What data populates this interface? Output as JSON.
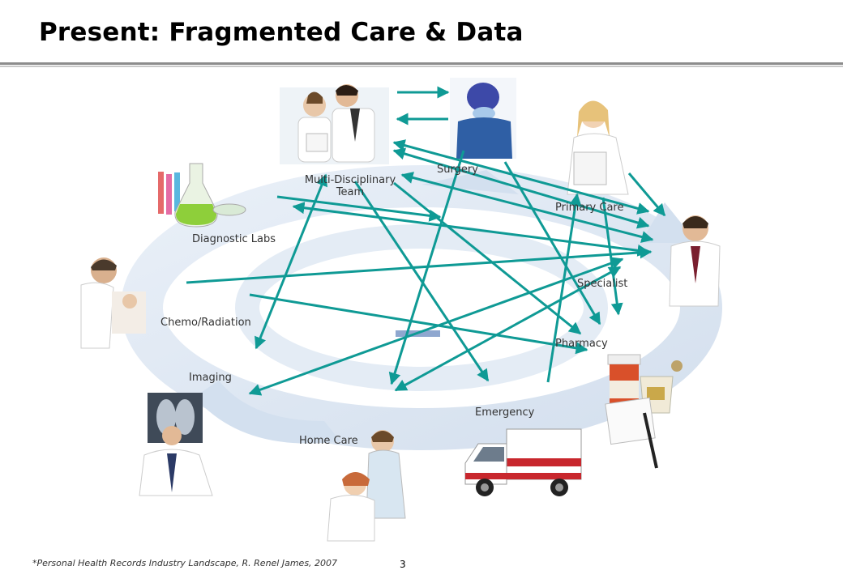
{
  "slide": {
    "title": "Present: Fragmented Care & Data",
    "footnote": "*Personal Health Records Industry  Landscape,  R. Renel James, 2007",
    "page_number": "3"
  },
  "nodes": {
    "team": {
      "line1": "Multi-Disciplinary",
      "line2": "Team"
    },
    "surgery": "Surgery",
    "primary_care": "Primary Care",
    "diagnostic_labs": "Diagnostic Labs",
    "specialist": "Specialist",
    "chemo": "Chemo/Radiation",
    "pharmacy": "Pharmacy",
    "imaging": "Imaging",
    "emergency": "Emergency",
    "home_care": "Home Care"
  },
  "colors": {
    "arrow": "#0f9a95",
    "swirl": "#dfe8f3",
    "swirl_dark": "#c9d7ea",
    "title": "#000000"
  },
  "icons": [
    "doctors-team-image",
    "surgeon-image",
    "primary-care-nurse-image",
    "lab-flask-image",
    "specialist-doctor-image",
    "chemo-patient-image",
    "pharmacy-bottles-image",
    "xray-image",
    "ambulance-image",
    "home-care-nurse-image"
  ]
}
